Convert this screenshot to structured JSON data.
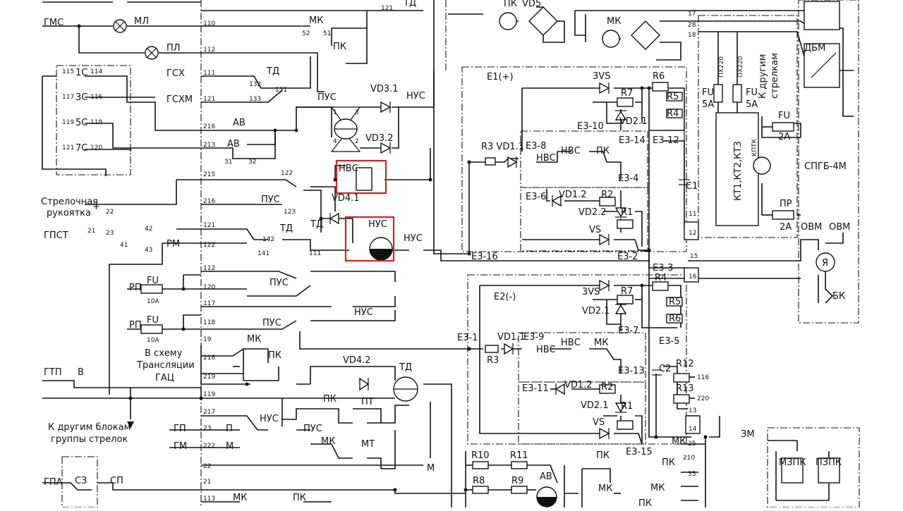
{
  "diagram": {
    "left": {
      "gms": "ГМС",
      "ml": "МЛ",
      "pl": "ПЛ",
      "gsh": "ГСХ",
      "gshm": "ГСХМ",
      "c1": "1С",
      "c3": "3С",
      "c5": "5С",
      "c7": "7С",
      "strel1": "Стрелочная",
      "strel2": "рукоятка",
      "plus": "+",
      "minus": "-",
      "gpst": "ГПСТ",
      "rm": "РМ",
      "rp1": "РП",
      "rp2": "РП",
      "fu1": "FU",
      "fu2": "FU",
      "fuv1": "10А",
      "fuv2": "10А",
      "trans1": "В схему",
      "trans2": "Трансляции",
      "trans3": "ГАЦ",
      "gtp": "ГТП",
      "v": "В",
      "other1": "К другим блокам",
      "other2": "группы стрелок",
      "gp": "ГП",
      "gm": "ГМ",
      "p": "П",
      "m": "М",
      "gpa": "ГПА",
      "sz": "СЗ",
      "sp": "СП"
    },
    "mid": {
      "td_top": "ТД",
      "mk1": "МК",
      "pk1": "ПК",
      "td1": "ТД",
      "av1": "АВ",
      "av2": "АВ",
      "pus1": "ПУС",
      "pus2": "ПУС",
      "vd31": "VD3.1",
      "vd32": "VD3.2",
      "nus1": "НУС",
      "nvs": "НВС",
      "vd41": "VD4.1",
      "td2": "ТД",
      "nus_mtr": "НУС",
      "nus2": "НУС",
      "td3": "ТД",
      "pus3": "ПУС",
      "nus3": "НУС",
      "pus4": "ПУС",
      "mk2": "МК",
      "pk2": "ПК",
      "vd42": "VD4.2",
      "td4": "ТД",
      "nus4": "НУС",
      "pk3": "ПК",
      "pus5": "ПУС",
      "pt": "ПТ",
      "mk3": "МК",
      "mt": "МТ",
      "m2": "М",
      "mk4": "МК",
      "pk4": "ПК"
    },
    "e1": {
      "title": "Е1(+)",
      "vs3": "3VS",
      "r6": "R6",
      "r7": "R7",
      "r5": "R5",
      "r4": "R4",
      "vd21": "VD2.1",
      "e310": "Е3-10",
      "e314": "Е3-14",
      "e312": "Е3-12",
      "e38": "Е3-8",
      "r3vd": "R3 VD1.1",
      "nvs1": "НВС",
      "nvs2": "НВС",
      "pk": "ПК",
      "e34": "Е3-4",
      "e36": "Е3-6",
      "vd12": "VD1.2",
      "r2": "R2",
      "vd22": "VD2.2",
      "r1": "R1",
      "vs": "VS",
      "c1": "С1",
      "e316": "Е3-16",
      "e32": "Е3-2"
    },
    "e2": {
      "title": "Е2(-)",
      "vs3": "3VS",
      "r7": "R7",
      "r4": "R4",
      "r5": "R5",
      "r6": "R6",
      "vd21": "VD2.1",
      "e37": "Е3-7",
      "e35": "Е3-5",
      "e33": "Е3-3",
      "e31": "Е3-1",
      "vd11": "VD1.1",
      "e39": "Е3-9",
      "r3": "R3",
      "nvs1": "НВС",
      "nvs2": "НВС",
      "mk": "МК",
      "e313": "Е3-13",
      "e311": "Е3-11",
      "vd12": "VD1.2",
      "r2": "R2",
      "vd21b": "VD2.1",
      "r1": "R1",
      "vs": "VS",
      "e315": "Е3-15",
      "c2": "С2",
      "r12": "R12",
      "r13": "R13"
    },
    "top": {
      "pk": "ПК",
      "vd5": "VD5",
      "mk": "МК",
      "dbm": "ДБМ",
      "px220": "ПХ220",
      "ox220": "ОХ220",
      "other1": "К другим",
      "other2": "стрелкам",
      "fu1": "FU",
      "fu2": "FU",
      "fuv1": "5А",
      "fuv2": "5А",
      "fu3": "FU",
      "fuv3": "2А",
      "kt": "КТ1,КТ2,КТЗ",
      "kptk": "КПТК",
      "spgb": "СПГБ-4М",
      "pr": "ПР",
      "prv": "2А",
      "ovm1": "ОВМ",
      "ovm2": "ОВМ",
      "ya": "Я",
      "bk": "БК",
      "zm": "ЗМ",
      "mzpk": "МЗПК",
      "pzpk": "ПЗПК"
    },
    "bottom": {
      "r10": "R10",
      "r11": "R11",
      "r8": "R8",
      "r9": "R9",
      "av": "АВ",
      "pk1": "ПК",
      "mk1": "МК",
      "mk2": "МК",
      "pk2": "ПК",
      "mk3": "МК",
      "pk3": "ПК"
    },
    "wires": {
      "w110": "110",
      "w112": "112",
      "w111": "111",
      "w121": "121",
      "w216": "216",
      "w213": "213",
      "w215": "215",
      "w216b": "216",
      "w121b": "121",
      "w122": "122",
      "w112b": "112",
      "w120": "120",
      "w117": "117",
      "w118": "118",
      "w19": "19",
      "w218": "218",
      "w219": "219",
      "w119": "119",
      "w217": "217",
      "w23": "23",
      "w222": "222",
      "w22": "22",
      "w21": "21",
      "w113": "113",
      "w121t": "121",
      "n115": "115",
      "n114": "114",
      "n117": "117",
      "n116": "116",
      "n119": "119",
      "n118": "118",
      "n121": "121",
      "n120": "120",
      "n22": "22",
      "n21": "21",
      "n23": "23",
      "n42": "42",
      "n41": "41",
      "n43": "43",
      "n52": "52",
      "n51": "51",
      "n132": "132",
      "n131": "131",
      "n133": "133",
      "n31": "31",
      "n32": "32",
      "n122": "122",
      "n123": "123",
      "n142": "142",
      "n141": "141",
      "n111": "111",
      "n1": "1",
      "n2": "2",
      "n3": "3",
      "n4": "4",
      "n17": "17",
      "n28": "28",
      "n18": "18",
      "n11": "11",
      "n12": "12",
      "n15": "15",
      "n16": "16",
      "n13": "13",
      "n14": "14",
      "n116r": "116",
      "n220": "220",
      "n25": "25",
      "n35": "35",
      "n210": "210"
    }
  }
}
